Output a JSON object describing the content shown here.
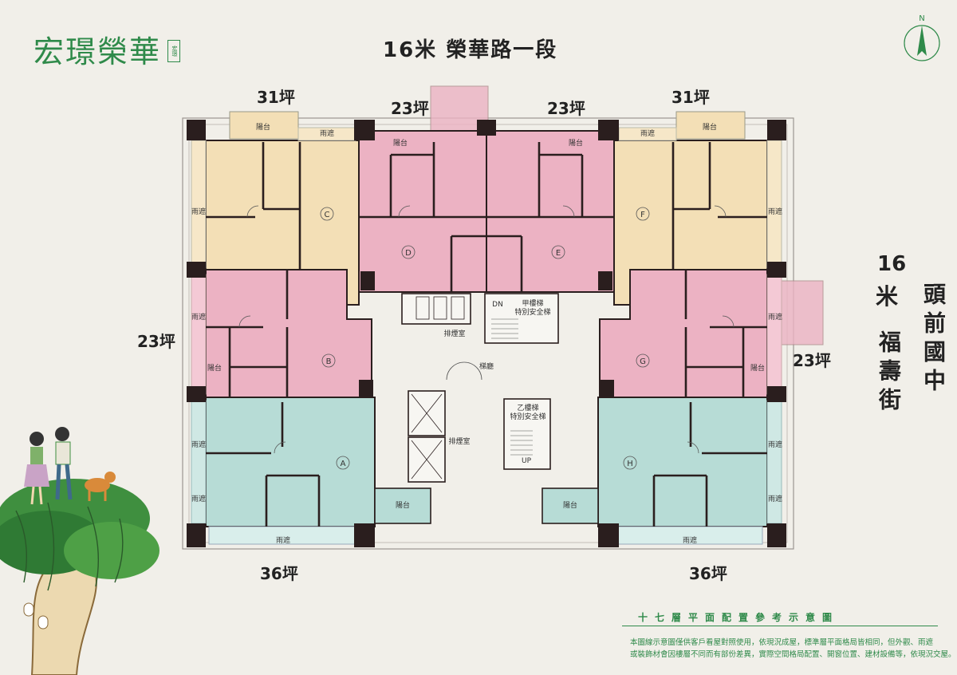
{
  "brand": {
    "name": "宏璟榮華",
    "seal": "宏璟"
  },
  "compass": {
    "label": "N"
  },
  "roads": {
    "top": "16米 榮華路一段",
    "right_a": "16米",
    "right_b": "福壽街",
    "right_c": "頭前國中"
  },
  "sizes": {
    "c_top": "31坪",
    "f_top": "31坪",
    "d_top": "23坪",
    "e_top": "23坪",
    "b_left": "23坪",
    "g_right": "23坪",
    "a_bottom": "36坪",
    "h_bottom": "36坪"
  },
  "units": [
    "A",
    "B",
    "C",
    "D",
    "E",
    "F",
    "G",
    "H"
  ],
  "rooms": {
    "balcony": "陽台",
    "canopy": "雨遮",
    "lobby": "梯廳",
    "smoke": "排煙室",
    "stair_a": "甲樓梯",
    "stair_b": "乙樓梯",
    "safety": "特別安全梯",
    "dn": "DN",
    "up": "UP"
  },
  "colors": {
    "yellow": "#f3dfb6",
    "pink": "#ecb2c3",
    "teal": "#b7dcd6",
    "accent": "#2f8a4a",
    "wall": "#2a1e1e"
  },
  "footer": {
    "title": "十七層平面配置參考示意圖",
    "line1": "本圖線示意圖僅供客戶看屋對照使用，依現況成屋，標準層平面格局皆相同，但外觀、雨遮",
    "line2": "或裝飾材會因樓層不同而有部份差異，實際空間格局配置、開窗位置、建材設備等，依現況交屋。"
  }
}
